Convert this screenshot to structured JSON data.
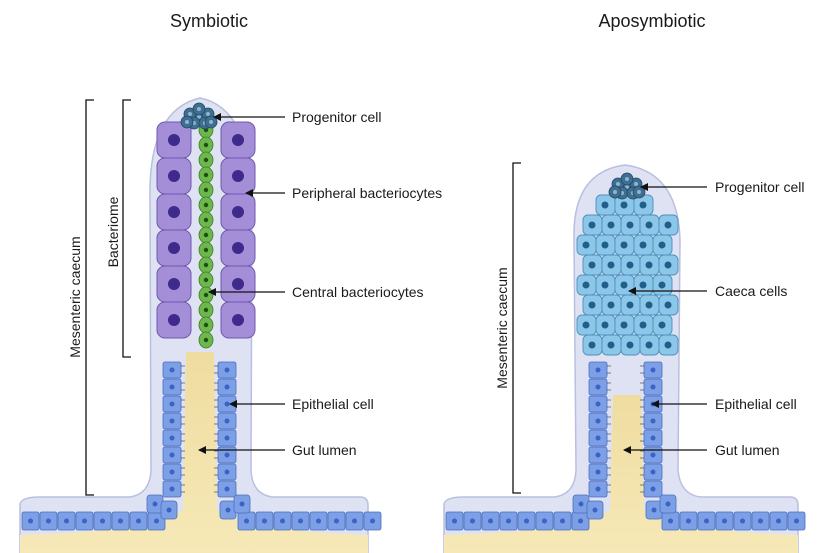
{
  "panels": {
    "left": {
      "title": "Symbiotic",
      "bracket_outer": "Mesenteric caecum",
      "bracket_inner": "Bacteriome",
      "labels": {
        "progenitor": "Progenitor cell",
        "peripheral": "Peripheral bacteriocytes",
        "central": "Central bacteriocytes",
        "epithelial": "Epithelial cell",
        "lumen": "Gut lumen"
      }
    },
    "right": {
      "title": "Aposymbiotic",
      "bracket_outer": "Mesenteric caecum",
      "labels": {
        "progenitor": "Progenitor cell",
        "caeca": "Caeca cells",
        "epithelial": "Epithelial cell",
        "lumen": "Gut lumen"
      }
    }
  },
  "colors": {
    "sheath": "#dfe2f3",
    "sheath_stroke": "#b9bfe0",
    "epithelial": "#7d9fe6",
    "epithelial_nucleus": "#3a63c4",
    "lumen": "#f3e3a6",
    "bacteriocyte": "#a58ed8",
    "bacteriocyte_nucleus": "#3d2a8a",
    "central_cells": "#6cb84c",
    "caeca_cells": "#8cc7ea",
    "caeca_nucleus": "#1f5f8a",
    "progenitor": "#3e6f92"
  }
}
